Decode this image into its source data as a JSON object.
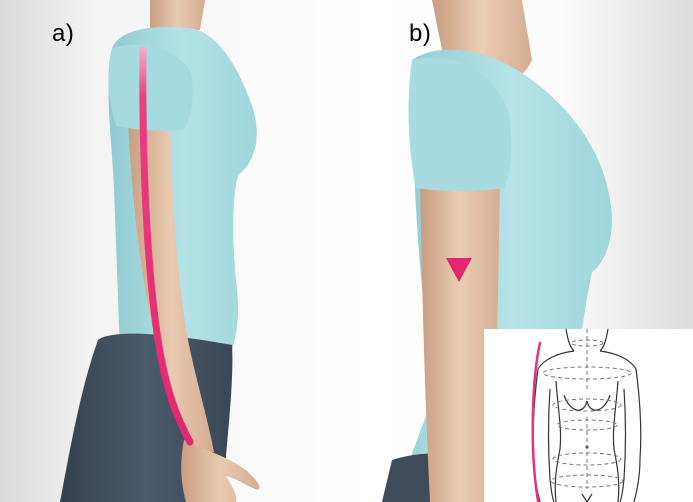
{
  "panels": [
    {
      "label": "a)",
      "figure": "arm-length-full"
    },
    {
      "label": "b)",
      "figure": "upper-arm-length"
    }
  ],
  "inset": {
    "figure": "body-measurement-lines-diagram"
  },
  "colors": {
    "shirt": "#a9dde1",
    "skin": "#e3c2a6",
    "jeans": "#3b4a59",
    "measure_line": "#e8337a"
  }
}
